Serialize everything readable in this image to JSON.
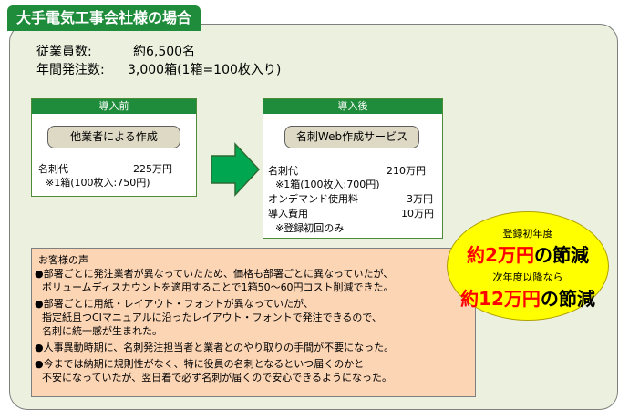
{
  "title": "大手電気工事会社様の場合",
  "stats": {
    "employees_label": "従業員数:",
    "employees_value": "約6,500名",
    "orders_label": "年間発注数:",
    "orders_value": "3,000箱(1箱=100枚入り)"
  },
  "before": {
    "header": "導入前",
    "pill": "他業者による作成",
    "cost_label": "名刺代",
    "cost_value": "225万円",
    "note": "※1箱(100枚入:750円)"
  },
  "after": {
    "header": "導入後",
    "pill": "名刺Web作成サービス",
    "cost_label": "名刺代",
    "cost_value": "210万円",
    "note": "※1箱(100枚入:700円)",
    "ondemand_label": "オンデマンド使用料",
    "ondemand_value": "3万円",
    "intro_label": "導入費用",
    "intro_value": "10万円",
    "intro_note": "※登録初回のみ"
  },
  "voice": {
    "heading": "お客様の声",
    "lines": [
      "●部署ごとに発注業者が異なっていたため、価格も部署ごとに異なっていたが、",
      "ボリュームディスカウントを適用することで1箱50～60円コスト削減できた。",
      "●部署ごとに用紙・レイアウト・フォントが異なっていたが、",
      "指定紙且つCIマニュアルに沿ったレイアウト・フォントで発注できるので、",
      "名刺に統一感が生まれた。",
      "●人事異動時期に、名刺発注担当者と業者とのやり取りの手間が不要になった。",
      "●今までは納期に規則性がなく、特に役員の名刺となるといつ届くのかと",
      "不安になっていたが、翌日着で必ず名刺が届くので安心できるようになった。"
    ]
  },
  "savings": {
    "first_year_label": "登録初年度",
    "first_year_amount": "約2万円",
    "first_year_suffix": "の節減",
    "next_year_label": "次年度以降なら",
    "next_year_amount": "約12万円",
    "next_year_suffix": "の節減"
  },
  "colors": {
    "header_green": "#1f8c3b",
    "panel_green": "#ebf1de",
    "voice_peach": "#fcd5b5",
    "highlight_yellow": "#ffff00",
    "accent_red": "#ff0000",
    "arrow_green": "#00a650"
  }
}
